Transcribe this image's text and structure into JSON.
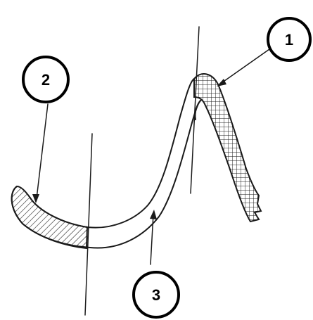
{
  "diagram": {
    "callouts": [
      {
        "id": "1",
        "label": "1"
      },
      {
        "id": "2",
        "label": "2"
      },
      {
        "id": "3",
        "label": "3"
      }
    ],
    "colors": {
      "ink": "#1a1a1a",
      "background": "#ffffff",
      "callout_border": "#000000"
    }
  }
}
